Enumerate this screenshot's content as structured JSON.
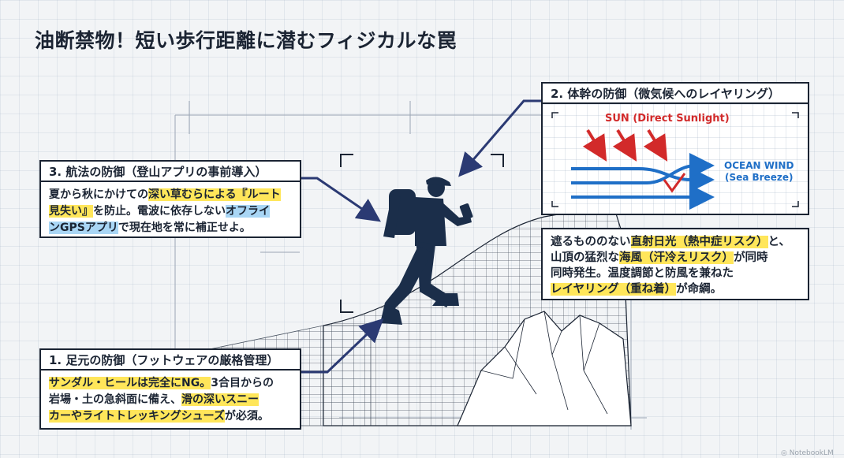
{
  "title": "油断禁物！短い歩行距離に潜むフィジカルな罠",
  "colors": {
    "navy": "#1b2433",
    "highlight_yellow": "#ffe65a",
    "highlight_blue": "#a9d6f5",
    "sun_red": "#d22a2a",
    "wind_blue": "#1f6fc7"
  },
  "box_navigation": {
    "title": "3. 航法の防御（登山アプリの事前導入）",
    "body": [
      [
        {
          "t": "夏から秋にかけての"
        },
        {
          "t": "深い草むらによる『ルート",
          "hl": "y"
        }
      ],
      [
        {
          "t": "見失い』",
          "hl": "y"
        },
        {
          "t": "を防止。電波に依存しない"
        },
        {
          "t": "オフライ",
          "hl": "b"
        }
      ],
      [
        {
          "t": "ンGPSアプリ",
          "hl": "b"
        },
        {
          "t": "で現在地を常に補正せよ。"
        }
      ]
    ]
  },
  "box_layering": {
    "title": "2. 体幹の防御（微気候へのレイヤリング）",
    "body": [
      [
        {
          "t": "遮るもののない"
        },
        {
          "t": "直射日光（熱中症リスク）",
          "hl": "y"
        },
        {
          "t": "と、"
        }
      ],
      [
        {
          "t": "山頂の猛烈な"
        },
        {
          "t": "海風（汗冷えリスク）",
          "hl": "y"
        },
        {
          "t": "が同時"
        }
      ],
      [
        {
          "t": "同時発生。温度調節と防風を兼ねた"
        }
      ],
      [
        {
          "t": "レイヤリング（重ね着）",
          "hl": "y"
        },
        {
          "t": "が命綱。"
        }
      ]
    ],
    "sun_label": "SUN (Direct Sunlight)",
    "wind_label_1": "OCEAN WIND",
    "wind_label_2": "(Sea Breeze)"
  },
  "box_footwear": {
    "title": "1. 足元の防御（フットウェアの厳格管理）",
    "body": [
      [
        {
          "t": "サンダル・ヒールは完全にNG。",
          "hl": "y"
        },
        {
          "t": "3合目からの"
        }
      ],
      [
        {
          "t": "岩場・土の急斜面に備え、"
        },
        {
          "t": "滑の深いスニー",
          "hl": "y"
        }
      ],
      [
        {
          "t": "カーやライトトレッキングシューズ",
          "hl": "y"
        },
        {
          "t": "が必須。"
        }
      ]
    ]
  },
  "watermark": "◎ NotebookLM"
}
